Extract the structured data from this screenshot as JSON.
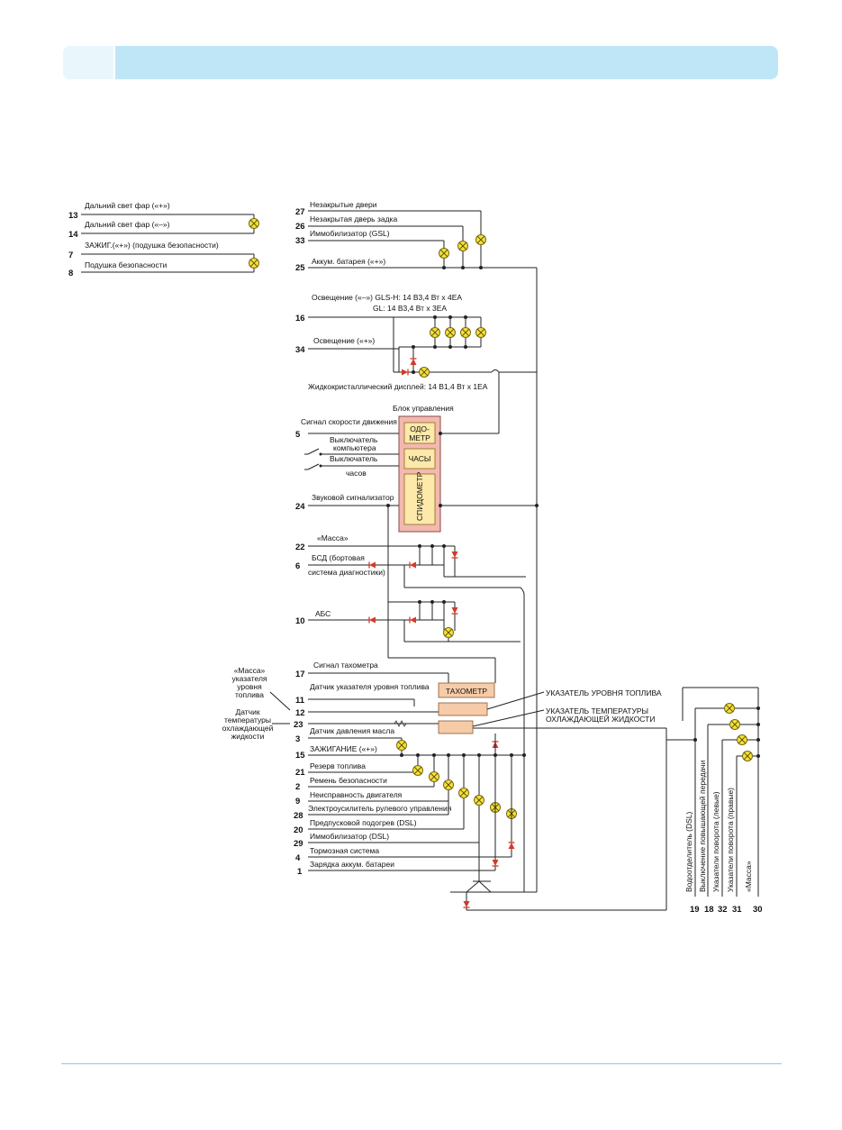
{
  "diagram": {
    "left_group": [
      {
        "pin": "13",
        "label": "Дальний свет фар («+»)"
      },
      {
        "pin": "14",
        "label": "Дальний свет фар («–»)"
      },
      {
        "pin": "7",
        "label": "ЗАЖИГ.(«+») (подушка безопасности)"
      },
      {
        "pin": "8",
        "label": "Подушка безопасности"
      }
    ],
    "top_group": [
      {
        "pin": "27",
        "label": "Незакрытые двери"
      },
      {
        "pin": "26",
        "label": "Незакрытая дверь задка"
      },
      {
        "pin": "33",
        "label": "Иммобилизатор (GSL)"
      },
      {
        "pin": "25",
        "label": "Аккум. батарея («+»)"
      }
    ],
    "lighting": {
      "line1": "Освещение («–») GLS-H: 14 В3,4 Вт х 4ЕА",
      "line2": "GL: 14 В3,4 Вт х 3ЕА",
      "pin16": "16",
      "pin34": "34",
      "label34": "Освещение («+»)",
      "lcd": "Жидкокристаллический дисплей: 14 В1,4 Вт х 1ЕА"
    },
    "control_unit": {
      "title": "Блок управления",
      "odometer": "ОДО-",
      "odometer2": "МЕТР",
      "clock": "ЧАСЫ",
      "speedometer": "СПИДОМЕТР"
    },
    "middle_group": {
      "speed_signal": "Сигнал скорости движения",
      "pin5": "5",
      "pc_switch1": "Выключатель",
      "pc_switch2": "компьютера",
      "clock_switch1": "Выключатель",
      "clock_switch2": "часов",
      "buzzer": "Звуковой сигнализатор",
      "pin24": "24",
      "mass": "«Масса»",
      "pin22": "22",
      "bsd1": "БСД (бортовая",
      "bsd2": "система диагностики)",
      "pin6": "6",
      "abs": "АБС",
      "pin10": "10"
    },
    "gauges": {
      "tacho_signal": "Сигнал тахометра",
      "pin17": "17",
      "tacho_box": "ТАХОМЕТР",
      "fuel_sensor": "Датчик  указателя уровня топлива",
      "pin11": "11",
      "pin12": "12",
      "fuel_gauge": "УКАЗАТЕЛЬ УРОВНЯ ТОПЛИВА",
      "temp_gauge1": "УКАЗАТЕЛЬ ТЕМПЕРАТУРЫ",
      "temp_gauge2": "ОХЛАЖДАЮЩЕЙ ЖИДКОСТИ",
      "pin23": "23",
      "oil_sensor": "Датчик давления масла",
      "side_mass1": "«Масса»",
      "side_mass2": "указателя",
      "side_mass3": "уровня",
      "side_mass4": "топлива",
      "side_temp1": "Датчик",
      "side_temp2": "температуры",
      "side_temp3": "охлаждающей",
      "side_temp4": "жидкости"
    },
    "warnings": [
      {
        "pin": "3",
        "label": ""
      },
      {
        "pin": "15",
        "label": "ЗАЖИГАНИЕ («+»)"
      },
      {
        "pin": "21",
        "label": "Резерв топлива"
      },
      {
        "pin": "2",
        "label": "Ремень безопасности"
      },
      {
        "pin": "9",
        "label": "Неисправность двигателя"
      },
      {
        "pin": "28",
        "label": "Электроусилитель рулевого управления"
      },
      {
        "pin": "20",
        "label": "Предпусковой подогрев (DSL)"
      },
      {
        "pin": "29",
        "label": "Иммобилизатор (DSL)"
      },
      {
        "pin": "4",
        "label": "Тормозная система"
      },
      {
        "pin": "1",
        "label": "Зарядка аккум. батареи"
      }
    ],
    "right_group": {
      "labels": [
        "Водоотделитель (DSL)",
        "Выключение повышающей передачи",
        "Указатели поворота (левые)",
        "Указатели поворота (правые)",
        "«Масса»"
      ],
      "pins": [
        "19",
        "18",
        "32",
        "31",
        "30"
      ]
    }
  }
}
